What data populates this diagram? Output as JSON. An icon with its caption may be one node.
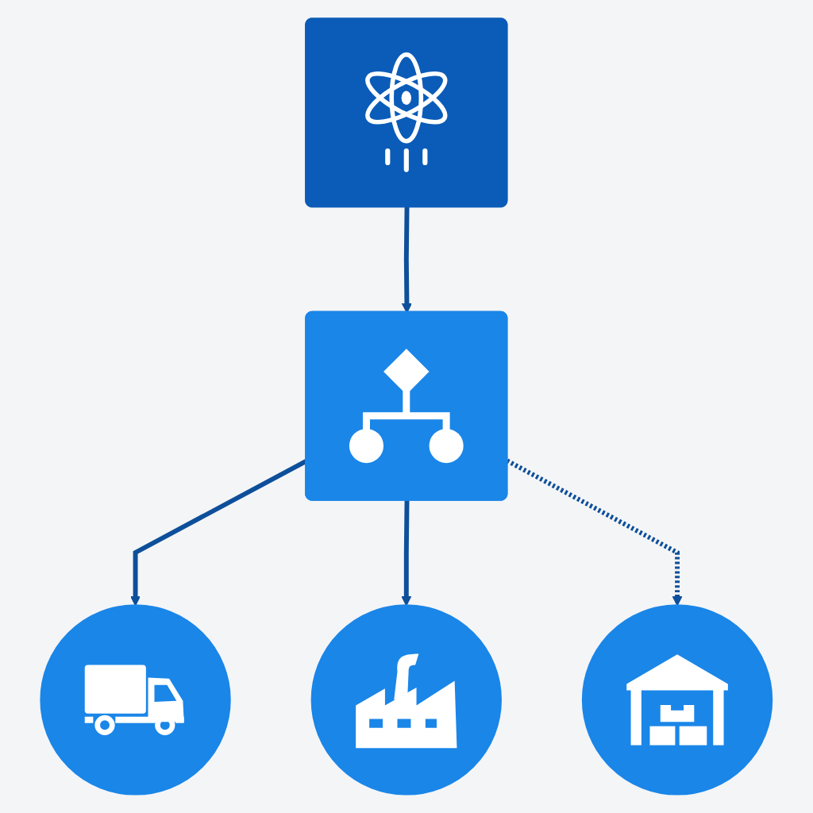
{
  "diagram": {
    "nodes": [
      {
        "text": [],
        "shape": "box"
      },
      {
        "text": [],
        "shape": "box"
      },
      {
        "text": [],
        "shape": "circle"
      },
      {
        "text": [],
        "shape": "circle"
      },
      {
        "text": [],
        "shape": "circle"
      }
    ],
    "edges": [
      {
        "from": 0,
        "to": 1,
        "arrow": "to"
      },
      {
        "from": 1,
        "to": 2,
        "arrow": "to"
      },
      {
        "from": 1,
        "to": 3,
        "arrow": "to"
      },
      {
        "from": 1,
        "to": 4,
        "arrow": "to",
        "style": "dashed"
      }
    ]
  }
}
